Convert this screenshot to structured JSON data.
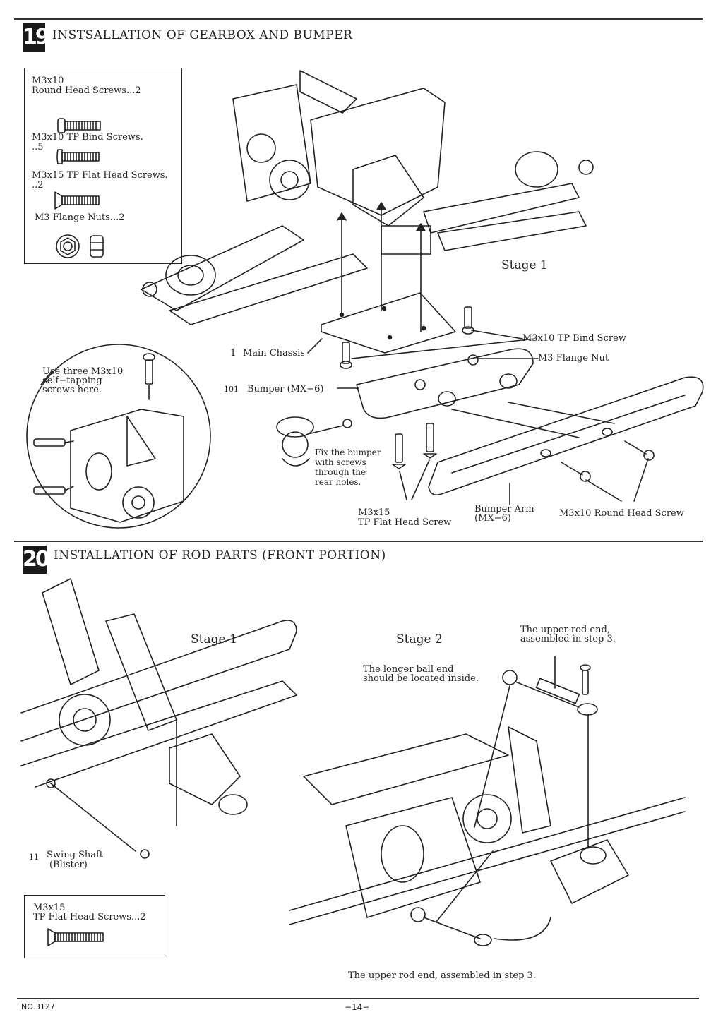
{
  "step19": {
    "number": "19",
    "title": "INSTSALLATION OF GEARBOX AND BUMPER",
    "parts": {
      "p1_l1": "M3x10",
      "p1_l2": "Round Head Screws...2",
      "p2_l1": "M3x10 TP Bind Screws.",
      "p2_l2": "..5",
      "p3_l1": "M3x15 TP Flat Head Screws.",
      "p3_l2": "..2",
      "p4": "M3 Flange Nuts...2"
    },
    "stage": "Stage 1",
    "inset": {
      "l1": "Use three M3x10",
      "l2": "self−tapping",
      "l3": "screws here."
    },
    "labels": {
      "main_chassis_num": "1",
      "main_chassis": "Main Chassis",
      "bumper_num": "101",
      "bumper": "Bumper (MX−6)",
      "bind_screw": "M3x10 TP Bind Screw",
      "flange_nut": "M3 Flange Nut",
      "fix_l1": "Fix the bumper",
      "fix_l2": "with screws",
      "fix_l3": "through the",
      "fix_l4": "rear holes.",
      "flat_l1": "M3x15",
      "flat_l2": "TP Flat Head Screw",
      "arm_l1": "Bumper Arm",
      "arm_l2": "(MX−6)",
      "round_screw": "M3x10 Round Head Screw"
    }
  },
  "step20": {
    "number": "20",
    "title": "INSTALLATION OF ROD PARTS (FRONT PORTION)",
    "stage1": "Stage 1",
    "stage2": "Stage 2",
    "labels": {
      "upper_rod_l1": "The upper rod end,",
      "upper_rod_l2": "assembled in step 3.",
      "ball_l1": "The longer ball end",
      "ball_l2": "should be located inside.",
      "swing_num": "11",
      "swing_l1": "Swing Shaft",
      "swing_l2": "(Blister)",
      "bottom_note": "The upper rod end, assembled in step 3."
    },
    "parts": {
      "p1_l1": "M3x15",
      "p1_l2": "TP Flat Head Screws...2"
    }
  },
  "footer": {
    "doc_no": "NO.3127",
    "page": "−14−"
  }
}
